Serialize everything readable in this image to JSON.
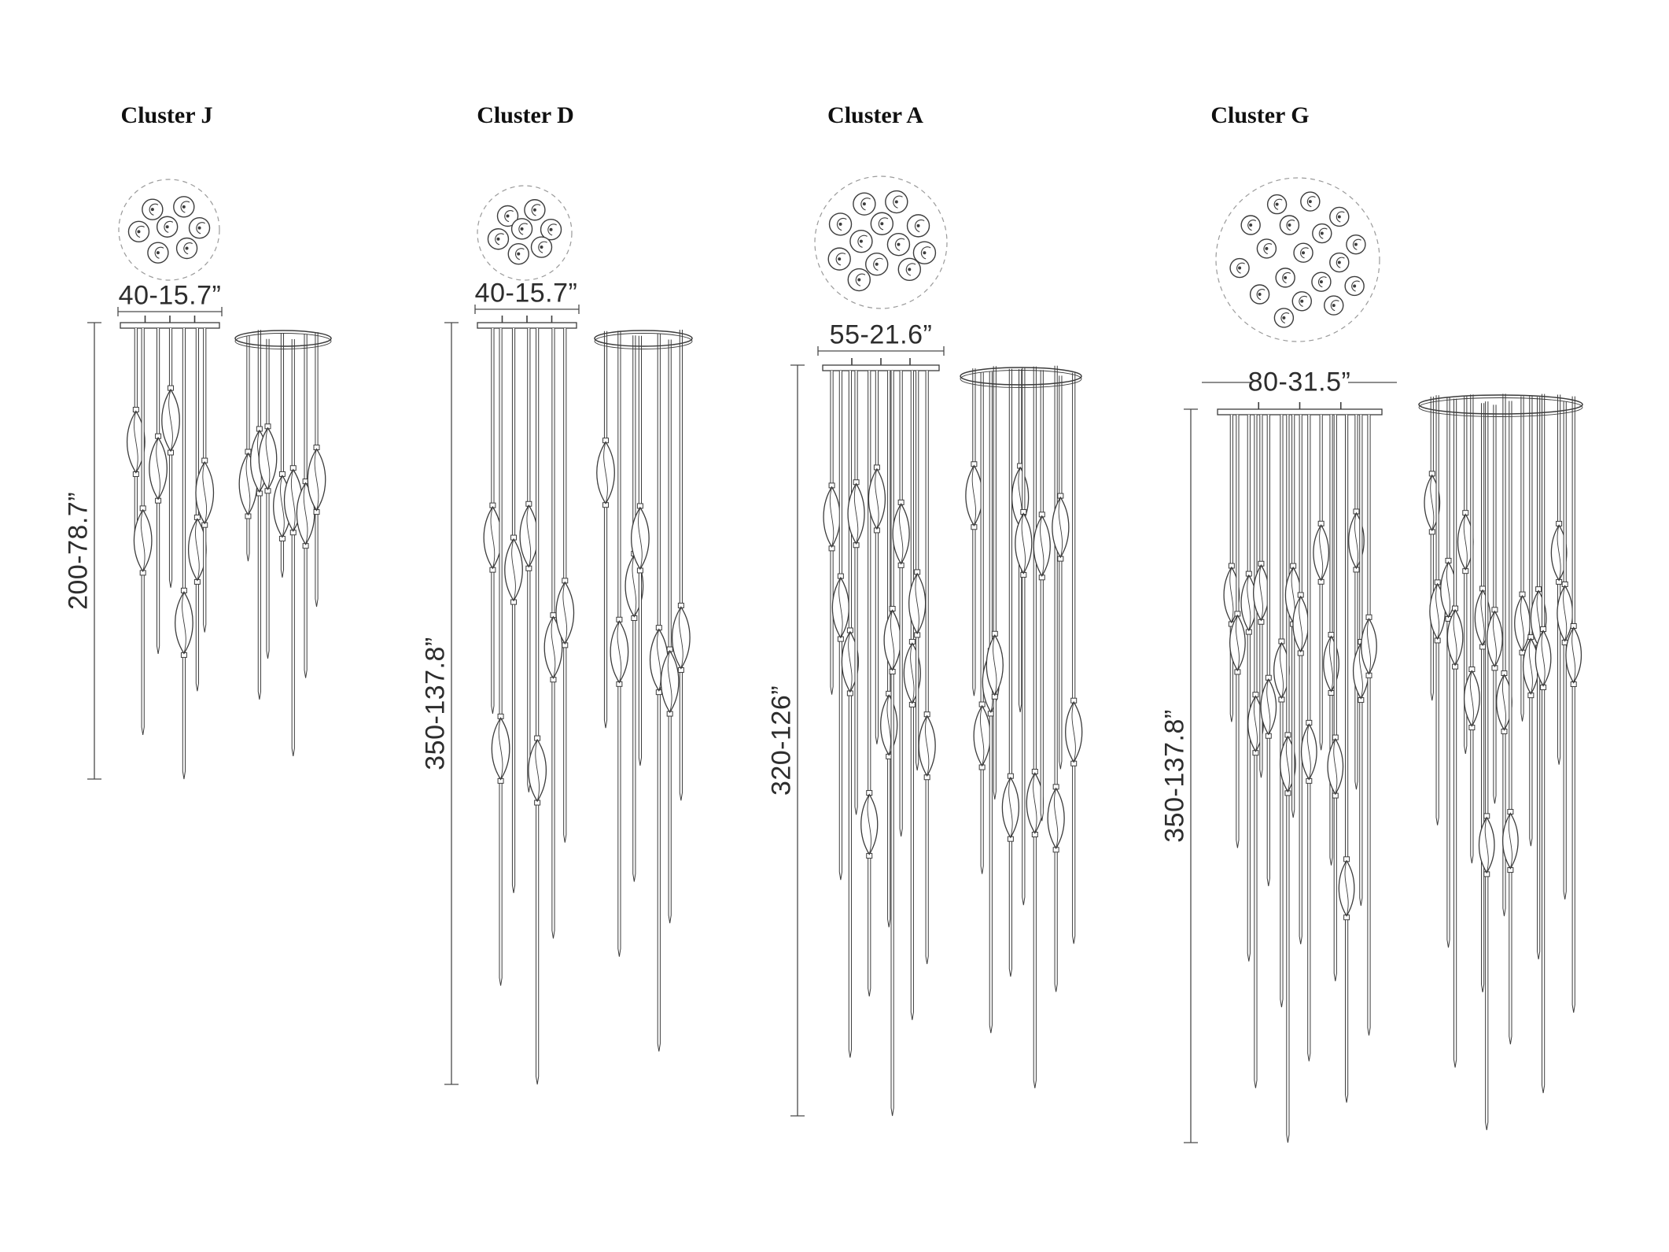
{
  "page": {
    "background": "#ffffff",
    "line_color": "#3c3c3c",
    "dim_color": "#4a4a4a",
    "dash_color": "#9a9a9a"
  },
  "clusters": [
    {
      "id": "J",
      "title": "Cluster J",
      "pendant_count": 7,
      "width_label": "40-15.7”",
      "height_label": "200-78.7”"
    },
    {
      "id": "D",
      "title": "Cluster D",
      "pendant_count": 7,
      "width_label": "40-15.7”",
      "height_label": "350-137.8”"
    },
    {
      "id": "A",
      "title": "Cluster A",
      "pendant_count": 12,
      "width_label": "55-21.6”",
      "height_label": "320-126”"
    },
    {
      "id": "G",
      "title": "Cluster G",
      "pendant_count": 18,
      "width_label": "80-31.5”",
      "height_label": "350-137.8”"
    }
  ]
}
